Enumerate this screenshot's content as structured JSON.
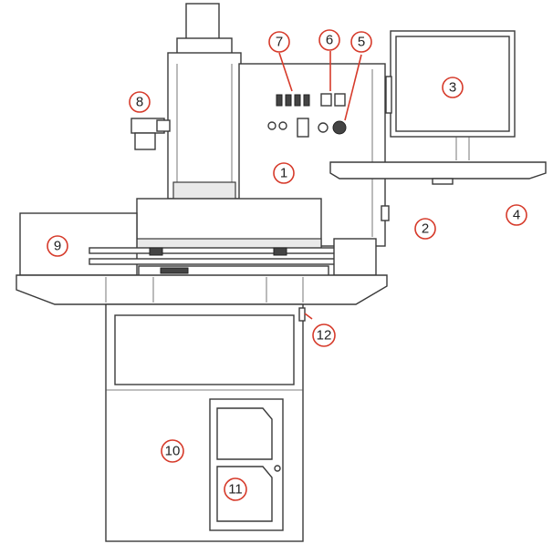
{
  "callouts": {
    "c1": "1",
    "c2": "2",
    "c3": "3",
    "c4": "4",
    "c5": "5",
    "c6": "6",
    "c7": "7",
    "c8": "8",
    "c9": "9",
    "c10": "10",
    "c11": "11",
    "c12": "12"
  },
  "colors": {
    "callout_ring": "#d63a2a",
    "line": "#3a3a3a"
  }
}
